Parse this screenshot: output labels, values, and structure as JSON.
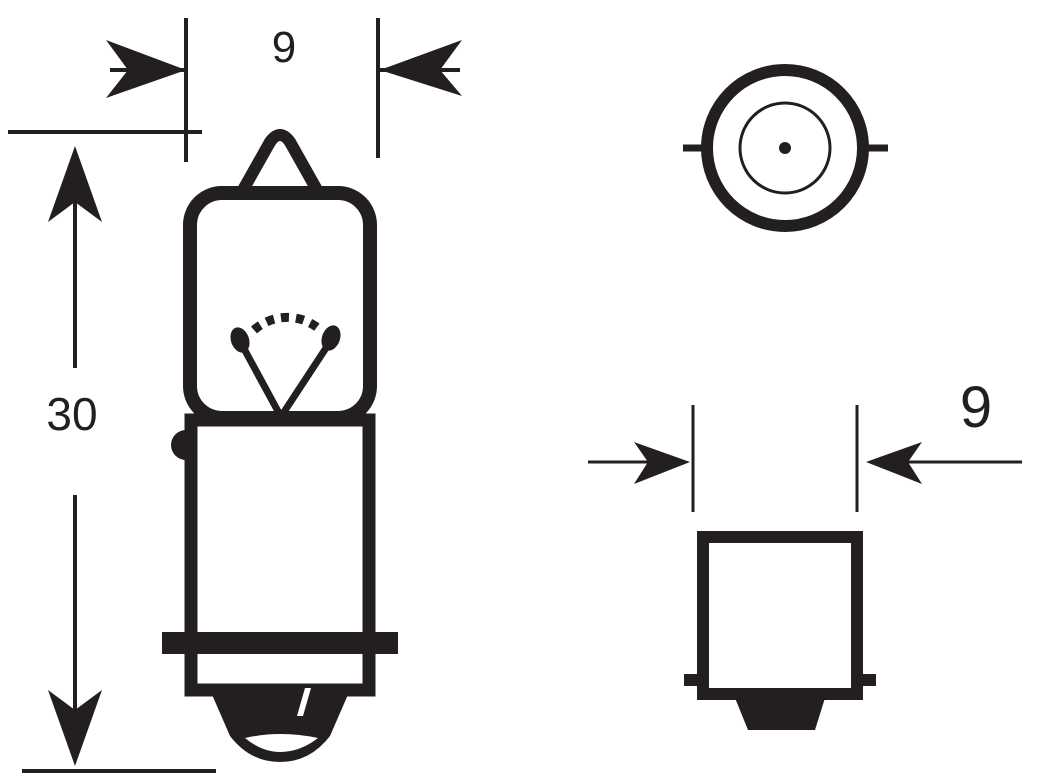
{
  "colors": {
    "ink": "#231f20",
    "background": "#ffffff"
  },
  "side_view": {
    "width_label": "9",
    "height_label": "30"
  },
  "base_view": {
    "width_label": "9"
  }
}
